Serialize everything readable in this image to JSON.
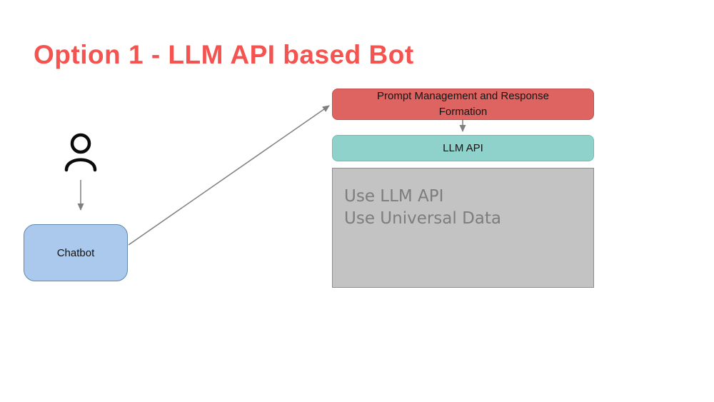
{
  "title": "Option 1 - LLM API based Bot",
  "diagram": {
    "chatbot_label": "Chatbot",
    "prompt_label": "Prompt Management and Response Formation",
    "llm_api_label": "LLM API",
    "gray_panel": {
      "line1": "Use LLM API",
      "line2": "Use Universal Data"
    }
  },
  "icons": {
    "user": "user-icon"
  },
  "colors": {
    "title_color": "#f4534f",
    "prompt_fill": "#dd6461",
    "prompt_border": "#c24f4c",
    "llm_fill": "#8fd1cb",
    "llm_border": "#72bab2",
    "gray_fill": "#c3c3c3",
    "gray_border": "#8c8c8c",
    "gray_text": "#7d7d7d",
    "chatbot_fill": "#abc9ec",
    "chatbot_border": "#6288ad",
    "arrow": "#7f7f7f"
  }
}
